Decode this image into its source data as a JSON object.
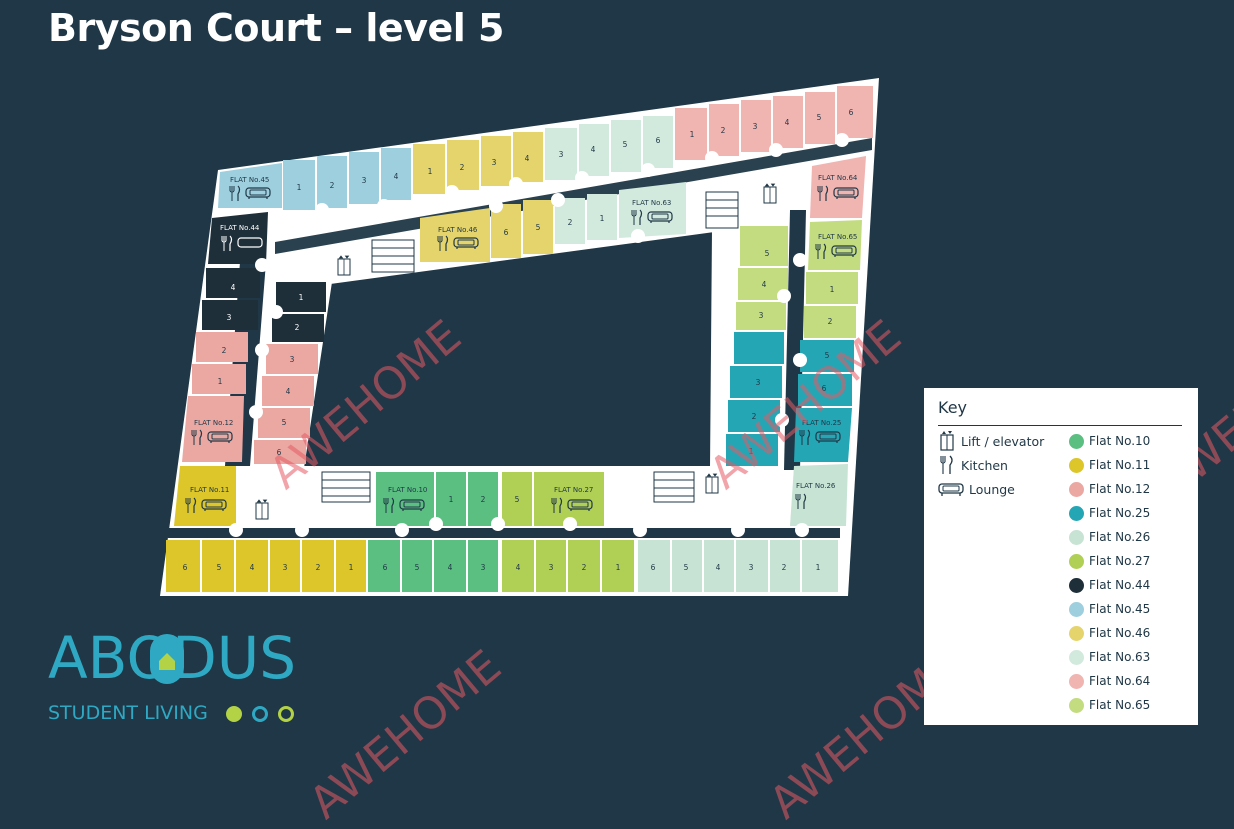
{
  "title": "Bryson Court – level 5",
  "colors": {
    "background": "#1f3746",
    "flat10": "#5bbf82",
    "flat11": "#dcc62a",
    "flat12": "#eba8a3",
    "flat25": "#24a6b5",
    "flat26": "#c7e3d4",
    "flat27": "#b0cf55",
    "flat44": "#1e2f3a",
    "flat45": "#9dcfde",
    "flat46": "#e5d46b",
    "flat63": "#d2eadd",
    "flat64": "#f0b4b1",
    "flat65": "#c4dc80"
  },
  "flat_labels": {
    "f45": "FLAT No.45",
    "f44": "FLAT No.44",
    "f46": "FLAT No.46",
    "f63": "FLAT No.63",
    "f64": "FLAT No.64",
    "f65": "FLAT No.65",
    "f12": "FLAT No.12",
    "f25": "FLAT No.25",
    "f11": "FLAT No.11",
    "f10": "FLAT No.10",
    "f27": "FLAT No.27",
    "f26": "FLAT No.26"
  },
  "key": {
    "title": "Key",
    "symbols": [
      {
        "label": "Lift / elevator",
        "icon": "lift-icon"
      },
      {
        "label": "Kitchen",
        "icon": "kitchen-icon"
      },
      {
        "label": "Lounge",
        "icon": "lounge-icon"
      }
    ],
    "flats": [
      {
        "label": "Flat No.10",
        "color": "#5bbf82"
      },
      {
        "label": "Flat No.11",
        "color": "#dcc62a"
      },
      {
        "label": "Flat No.12",
        "color": "#eba8a3"
      },
      {
        "label": "Flat No.25",
        "color": "#24a6b5"
      },
      {
        "label": "Flat No.26",
        "color": "#c7e3d4"
      },
      {
        "label": "Flat No.27",
        "color": "#b0cf55"
      },
      {
        "label": "Flat No.44",
        "color": "#1e2f3a"
      },
      {
        "label": "Flat No.45",
        "color": "#9dcfde"
      },
      {
        "label": "Flat No.46",
        "color": "#e5d46b"
      },
      {
        "label": "Flat No.63",
        "color": "#d2eadd"
      },
      {
        "label": "Flat No.64",
        "color": "#f0b4b1"
      },
      {
        "label": "Flat No.65",
        "color": "#c4dc80"
      }
    ]
  },
  "logo": {
    "name": "ABODUS",
    "tagline": "STUDENT LIVING"
  },
  "watermark": "AWEHOME",
  "rooms": {
    "n1": "1",
    "n2": "2",
    "n3": "3",
    "n4": "4",
    "n5": "5",
    "n6": "6"
  }
}
